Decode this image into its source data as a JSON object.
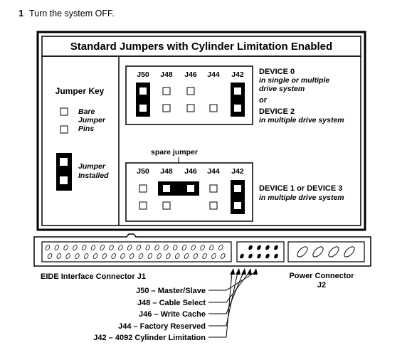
{
  "step": {
    "number": "1",
    "text": "Turn the system OFF."
  },
  "panel_title": "Standard Jumpers with Cylinder Limitation Enabled",
  "jumper_key": {
    "title": "Jumper Key",
    "bare_line1": "Bare",
    "bare_line2": "Jumper",
    "bare_line3": "Pins",
    "installed_line1": "Jumper",
    "installed_line2": "Installed"
  },
  "config_top": {
    "labels": [
      "J50",
      "J48",
      "J46",
      "J44",
      "J42"
    ],
    "device_line1": "DEVICE 0",
    "device_line2": "in single or multiple",
    "device_line3": "drive system",
    "or_text": "or",
    "device_line4": "DEVICE 2",
    "device_line5": "in multiple drive system"
  },
  "config_bottom": {
    "spare_label": "spare jumper",
    "labels": [
      "J50",
      "J48",
      "J46",
      "J44",
      "J42"
    ],
    "device_line1": "DEVICE 1 or DEVICE 3",
    "device_line2": "in multiple drive system"
  },
  "connectors": {
    "eide_label": "EIDE Interface Connector J1",
    "power_line1": "Power Connector",
    "power_line2": "J2"
  },
  "legend": [
    "J50 – Master/Slave",
    "J48 – Cable Select",
    "J46 – Write Cache",
    "J44 – Factory Reserved",
    "J42 – 4092 Cylinder Limitation"
  ]
}
